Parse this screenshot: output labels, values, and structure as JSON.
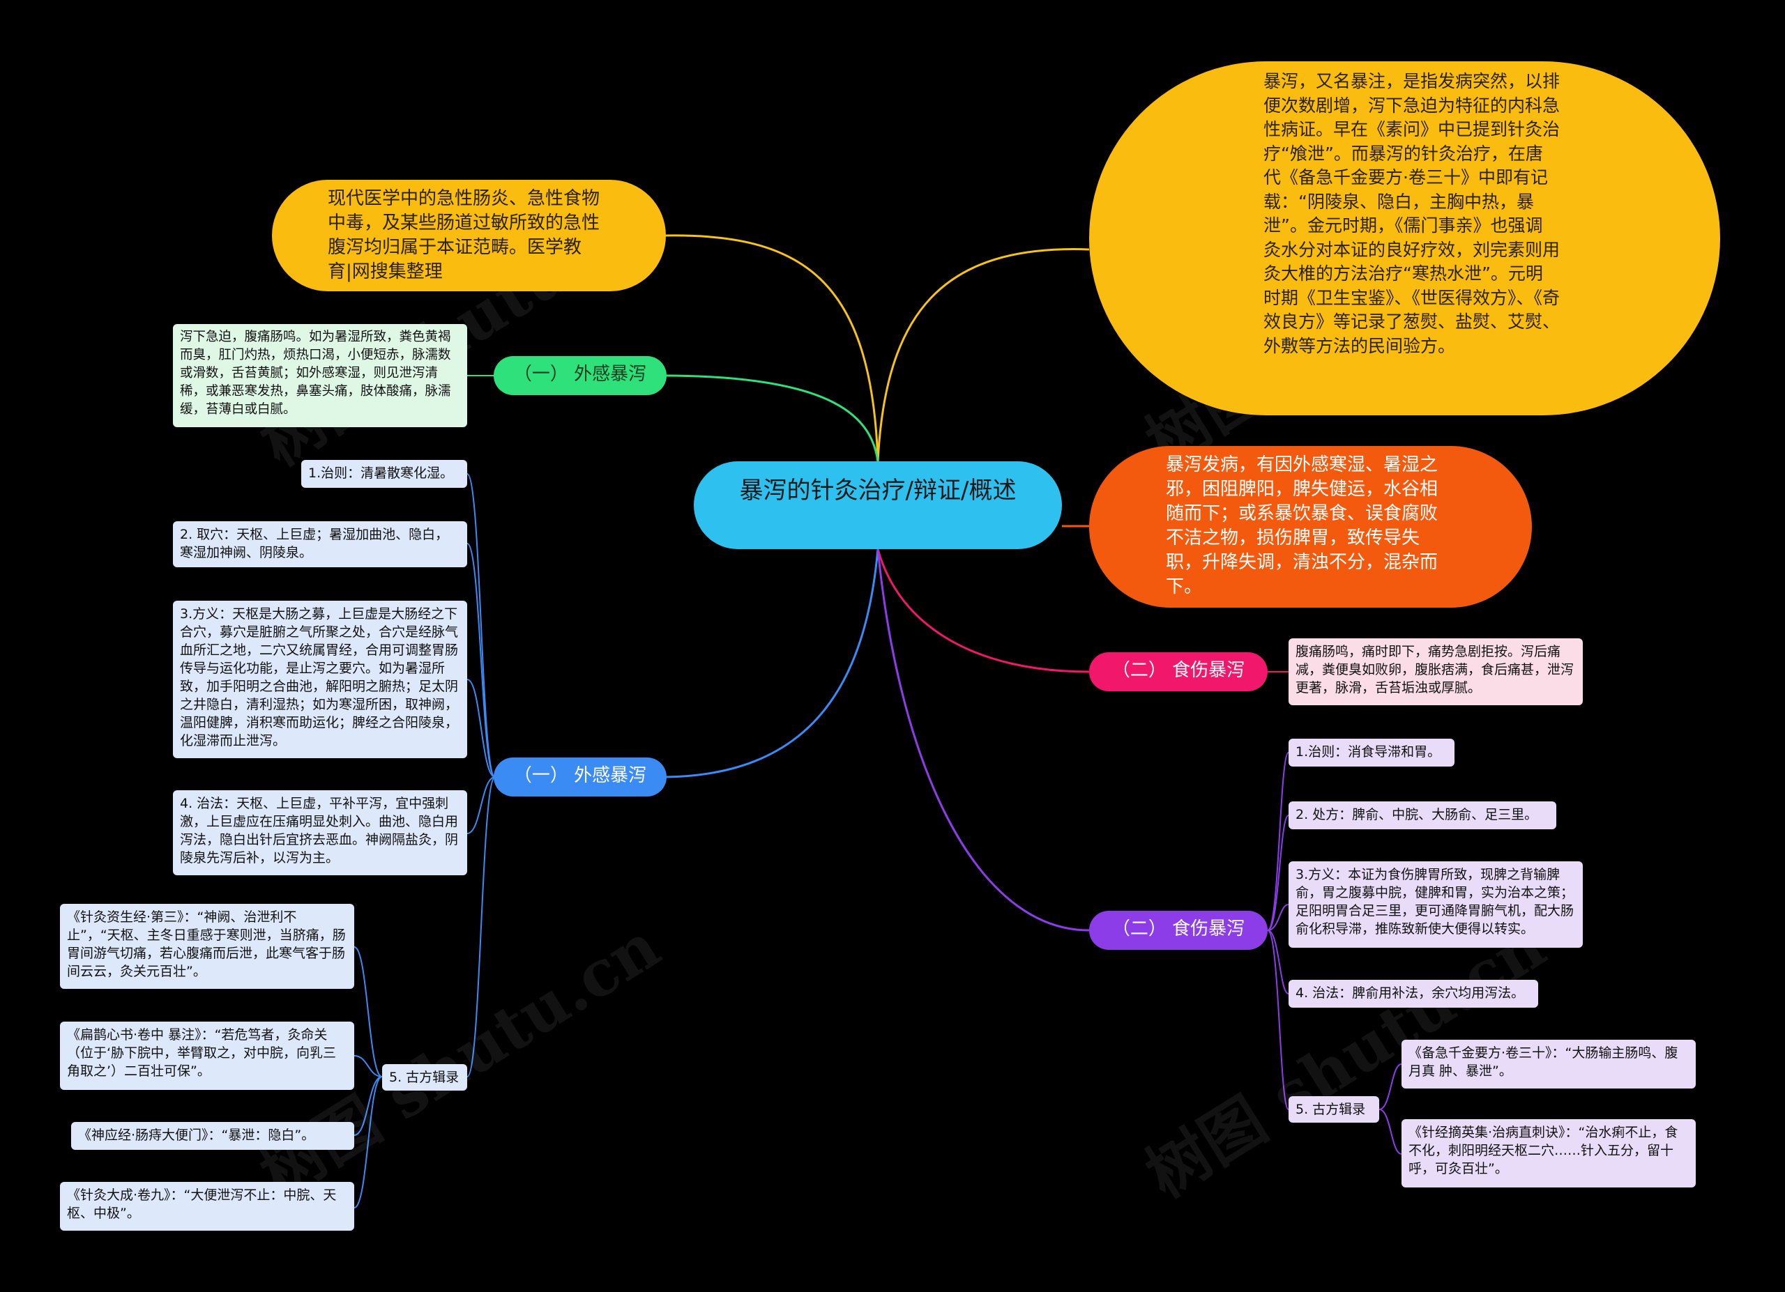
{
  "root": {
    "title": "暴泻的针灸治疗/辩证/概述"
  },
  "top_left": "现代医学中的急性肠炎、急性食物中毒，及某些肠道过敏所致的急性腹泻均归属于本证范畴。医学教育|网搜集整理",
  "top_right": "暴泻，又名暴注，是指发病突然，以排便次数剧增，泻下急迫为特征的内科急性病证。早在《素问》中已提到针灸治疗“飧泄”。而暴泻的针灸治疗，在唐代《备急千金要方·卷三十》中即有记载：“阴陵泉、隐白，主胸中热，暴泄”。金元时期，《儒门事亲》也强调灸水分对本证的良好疗效，刘完素则用灸大椎的方法治疗“寒热水泄”。元明时期《卫生宝鉴》、《世医得效方》、《奇效良方》等记录了葱熨、盐熨、艾熨、外敷等方法的民间验方。",
  "mid_right": "暴泻发病，有因外感寒湿、暑湿之邪，困阻脾阳，脾失健运，水谷相随而下；或系暴饮暴食、误食腐败不洁之物，损伤脾胃，致传导失职，升降失调，清浊不分，混杂而下。",
  "green_branch": {
    "label": "（一） 外感暴泻",
    "leaf": "泻下急迫，腹痛肠鸣。如为暑湿所致，粪色黄褐而臭，肛门灼热，烦热口渴，小便短赤，脉濡数或滑数，舌苔黄腻；如外感寒湿，则见泄泻清稀，或兼恶寒发热，鼻塞头痛，肢体酸痛，脉濡缓，苔薄白或白腻。"
  },
  "blue_branch": {
    "label": "（一） 外感暴泻",
    "items": [
      "1.治则：清暑散寒化湿。",
      "2. 取穴：天枢、上巨虚；暑湿加曲池、隐白，寒湿加神阙、阴陵泉。",
      "3.方义：天枢是大肠之募，上巨虚是大肠经之下合穴，募穴是脏腑之气所聚之处，合穴是经脉气血所汇之地，二穴又统属胃经，合用可调整胃肠传导与运化功能，是止泻之要穴。如为暑湿所致，加手阳明之合曲池，解阳明之腑热；足太阴之井隐白，清利湿热；如为寒湿所困，取神阙，温阳健脾，消积寒而助运化；脾经之合阳陵泉，化湿滞而止泄泻。",
      "4. 治法：天枢、上巨虚，平补平泻，宜中强刺激，上巨虚应在压痛明显处刺入。曲池、隐白用泻法，隐白出针后宜挤去恶血。神阙隔盐灸，阴陵泉先泻后补，以泻为主。"
    ],
    "ancient_label": "5. 古方辑录",
    "ancient": [
      "《针灸资生经·第三》：“神阙、治泄利不止”，“天枢、主冬日重感于寒则泄，当脐痛，肠胃间游气切痛，若心腹痛而后泄，此寒气客于肠间云云，灸关元百壮”。",
      "《扁鹊心书·卷中 暴注》：“若危笃者，灸命关（位于‘胁下脘中，举臂取之，对中脘，向乳三角取之’）二百壮可保”。",
      "《神应经·肠痔大便门》：“暴泄：隐白”。",
      "《针灸大成·卷九》：“大便泄泻不止：中脘、天枢、中极”。"
    ]
  },
  "pink_branch": {
    "label": "（二） 食伤暴泻",
    "leaf": "腹痛肠鸣，痛时即下，痛势急剧拒按。泻后痛减，粪便臭如败卵，腹胀痞满，食后痛甚，泄泻更著，脉滑，舌苔垢浊或厚腻。"
  },
  "purple_branch": {
    "label": "（二） 食伤暴泻",
    "items": [
      "1.治则：消食导滞和胃。",
      "2. 处方：脾俞、中脘、大肠俞、足三里。",
      "3.方义：本证为食伤脾胃所致，现脾之背输脾俞，胃之腹募中脘，健脾和胃，实为治本之策；足阳明胃合足三里，更可通降胃腑气机，配大肠俞化积导滞，推陈致新使大便得以转实。",
      "4. 治法：脾俞用补法，余穴均用泻法。"
    ],
    "ancient_label": "5. 古方辑录",
    "ancient": [
      "《备急千金要方·卷三十》：“大肠输主肠鸣、腹 月真 肿、暴泄”。",
      "《针经摘英集·治病直刺诀》：“治水痢不止，食不化，刺阳明经天枢二穴……针入五分，留十呼，可灸百壮”。"
    ]
  },
  "watermarks": [
    "树图 shutu.cn",
    "树图 shutu.cn",
    "树图 shutu.cn",
    "树图 shutu.cn"
  ],
  "colors": {
    "root": "#2ec1f0",
    "yellow": "#fbbc10",
    "orange": "#f45a0e",
    "green": "#2fe17b",
    "blue": "#3b8bf5",
    "pink": "#f1176a",
    "purple": "#8c3de8"
  }
}
